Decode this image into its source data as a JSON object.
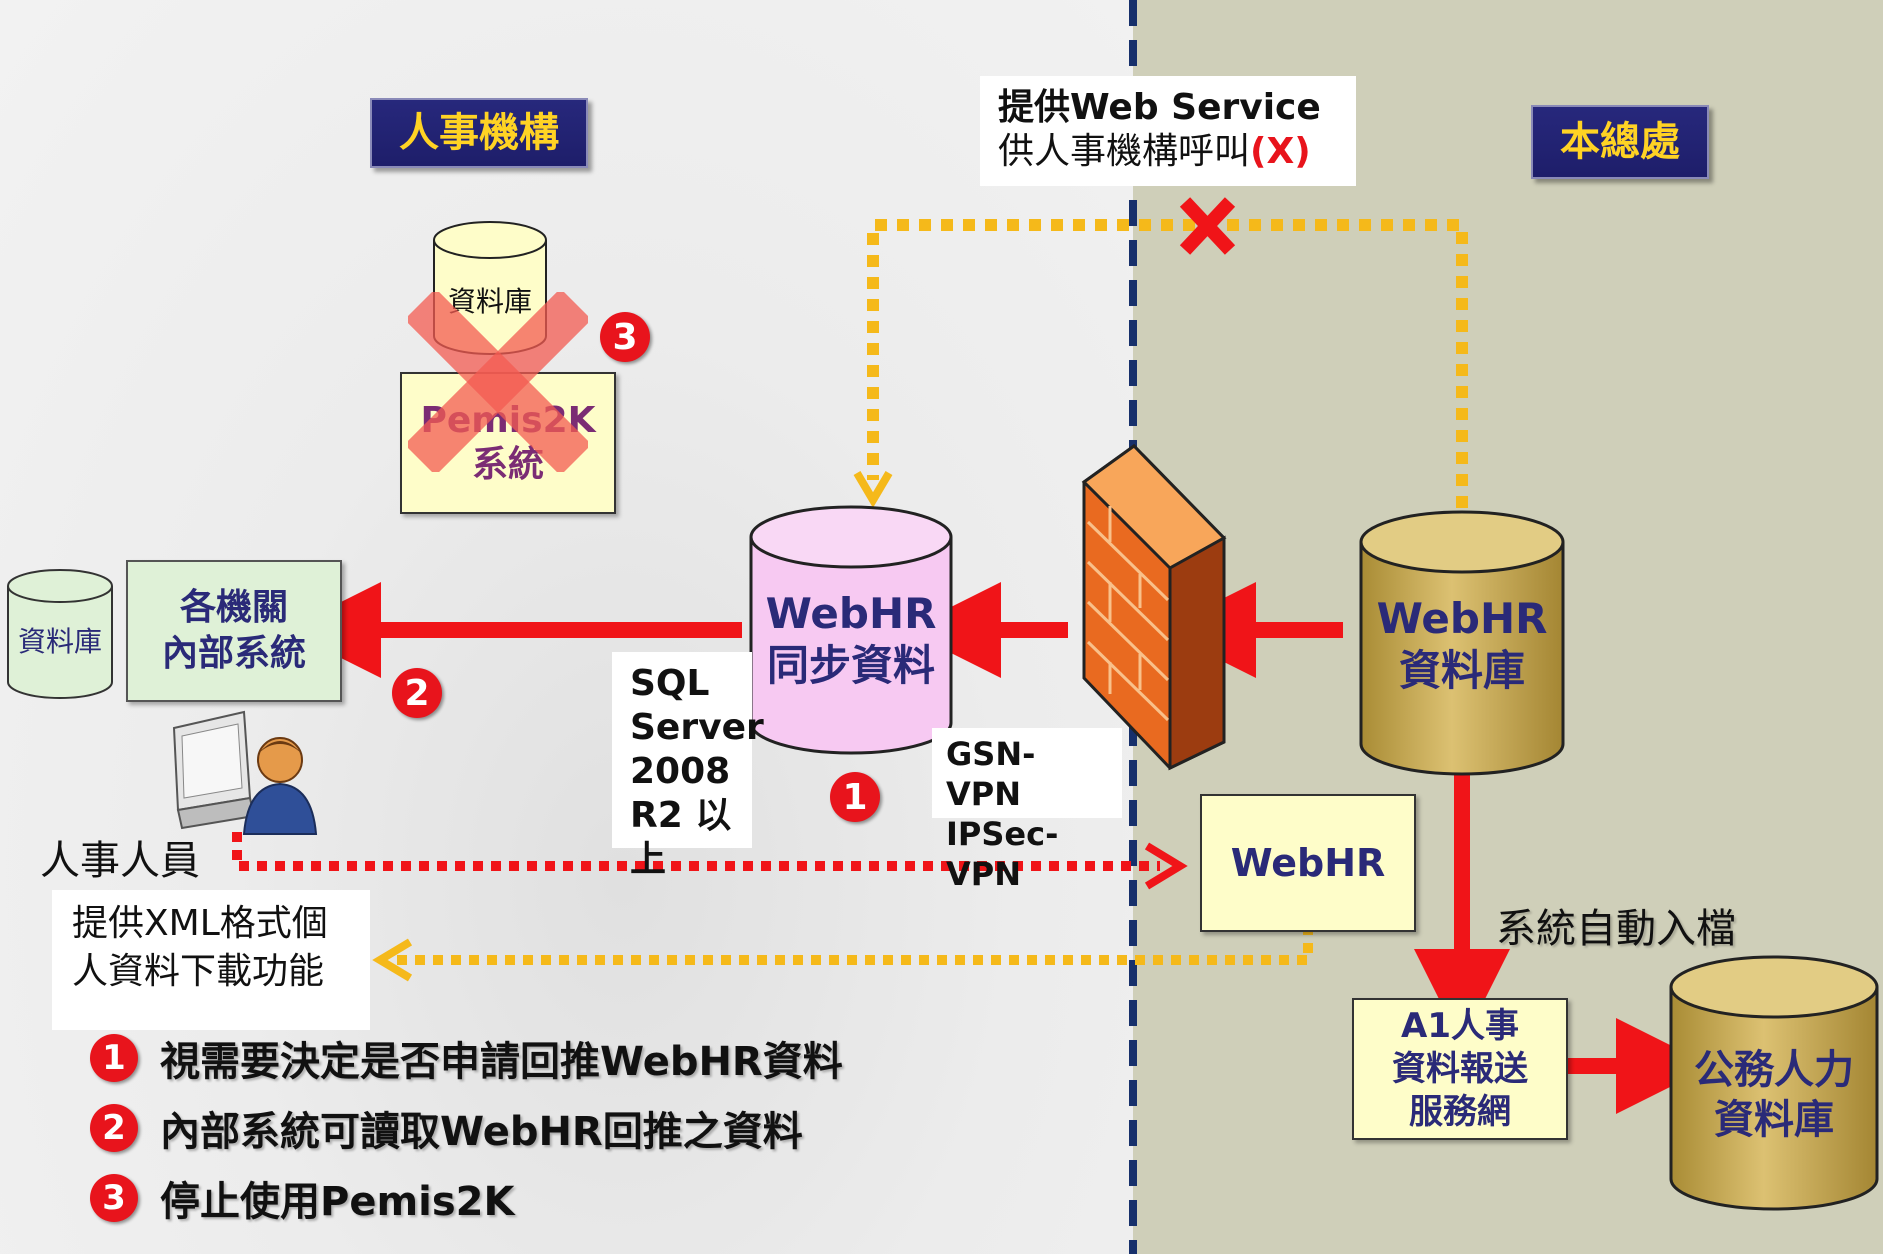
{
  "headers": {
    "agency": "人事機構",
    "headquarters": "本總處"
  },
  "callout_webservice": {
    "line1": "提供Web Service",
    "line2_prefix": "供人事機構呼叫",
    "line2_mark": "(X)"
  },
  "nodes": {
    "db_agency": "資料庫",
    "pemis_system": "Pemis2K\n系統",
    "db_small": "資料庫",
    "internal_system": "各機關\n內部系統",
    "webhr_sync": "WebHR\n同步資料",
    "webhr_db": "WebHR\n資料庫",
    "webhr_web": "WebHR",
    "a1_service": "A1人事\n資料報送\n服務網",
    "civil_db": "公務人力\n資料庫"
  },
  "labels": {
    "sql_server": "SQL\nServer\n2008\nR2 以上",
    "vpn": "GSN-VPN\nIPSec-VPN",
    "hr_staff": "人事人員",
    "auto_import": "系統自動入檔",
    "xml_download": "提供XML格式個\n人資料下載功能"
  },
  "badges": {
    "b1": "1",
    "b2": "2",
    "b3": "3"
  },
  "legend": [
    {
      "num": "1",
      "text": "視需要決定是否申請回推WebHR資料"
    },
    {
      "num": "2",
      "text": "內部系統可讀取WebHR回推之資料"
    },
    {
      "num": "3",
      "text": "停止使用Pemis2K"
    }
  ],
  "colors": {
    "arrow_red": "#f01418",
    "dotted_yellow": "#f5b91a",
    "header_bg": "#222278",
    "header_text": "#ffd324",
    "node_text": "#2a2a78",
    "pink_cylinder": "#f7c9f2",
    "gold_cylinder": "#c9ad55",
    "yellow_box": "#fefdc9",
    "green_box": "#dff1d7"
  }
}
